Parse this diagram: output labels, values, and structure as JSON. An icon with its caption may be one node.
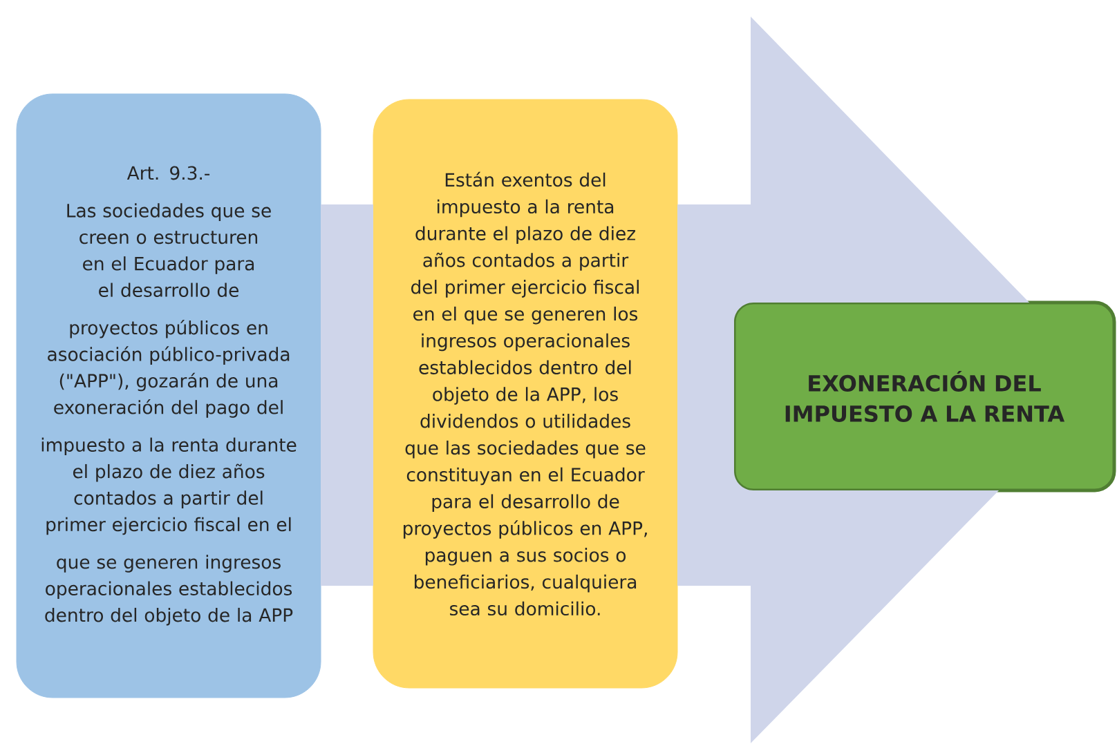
{
  "diagram": {
    "nodes": [
      {
        "text": [
          "Art. 9.3.-",
          "Las sociedades que se creen o estructuren en el Ecuador para el desarrollo de",
          "proyectos públicos en asociación público-privada (\"APP\"), gozarán de una exoneración del pago del",
          "impuesto a la renta durante el plazo de diez años contados a partir del primer ejercicio fiscal en el",
          "que se generen ingresos operacionales establecidos dentro del objeto de la APP"
        ]
      },
      {
        "text": [
          "Están exentos del impuesto a la renta durante el plazo de diez años contados a partir del primer ejercicio fiscal en el que se generen los ingresos operacionales establecidos dentro del objeto de la APP, los dividendos o utilidades que las sociedades que se constituyan en el Ecuador para el desarrollo de proyectos públicos en APP, paguen a sus socios o beneficiarios, cualquiera sea su domicilio."
        ]
      },
      {
        "text": [
          "EXONERACIÓN DEL IMPUESTO A LA RENTA"
        ]
      }
    ],
    "edges": [
      {
        "from": 0,
        "to": 1,
        "arrow": "none"
      },
      {
        "from": 1,
        "to": 2,
        "arrow": "to"
      }
    ]
  }
}
